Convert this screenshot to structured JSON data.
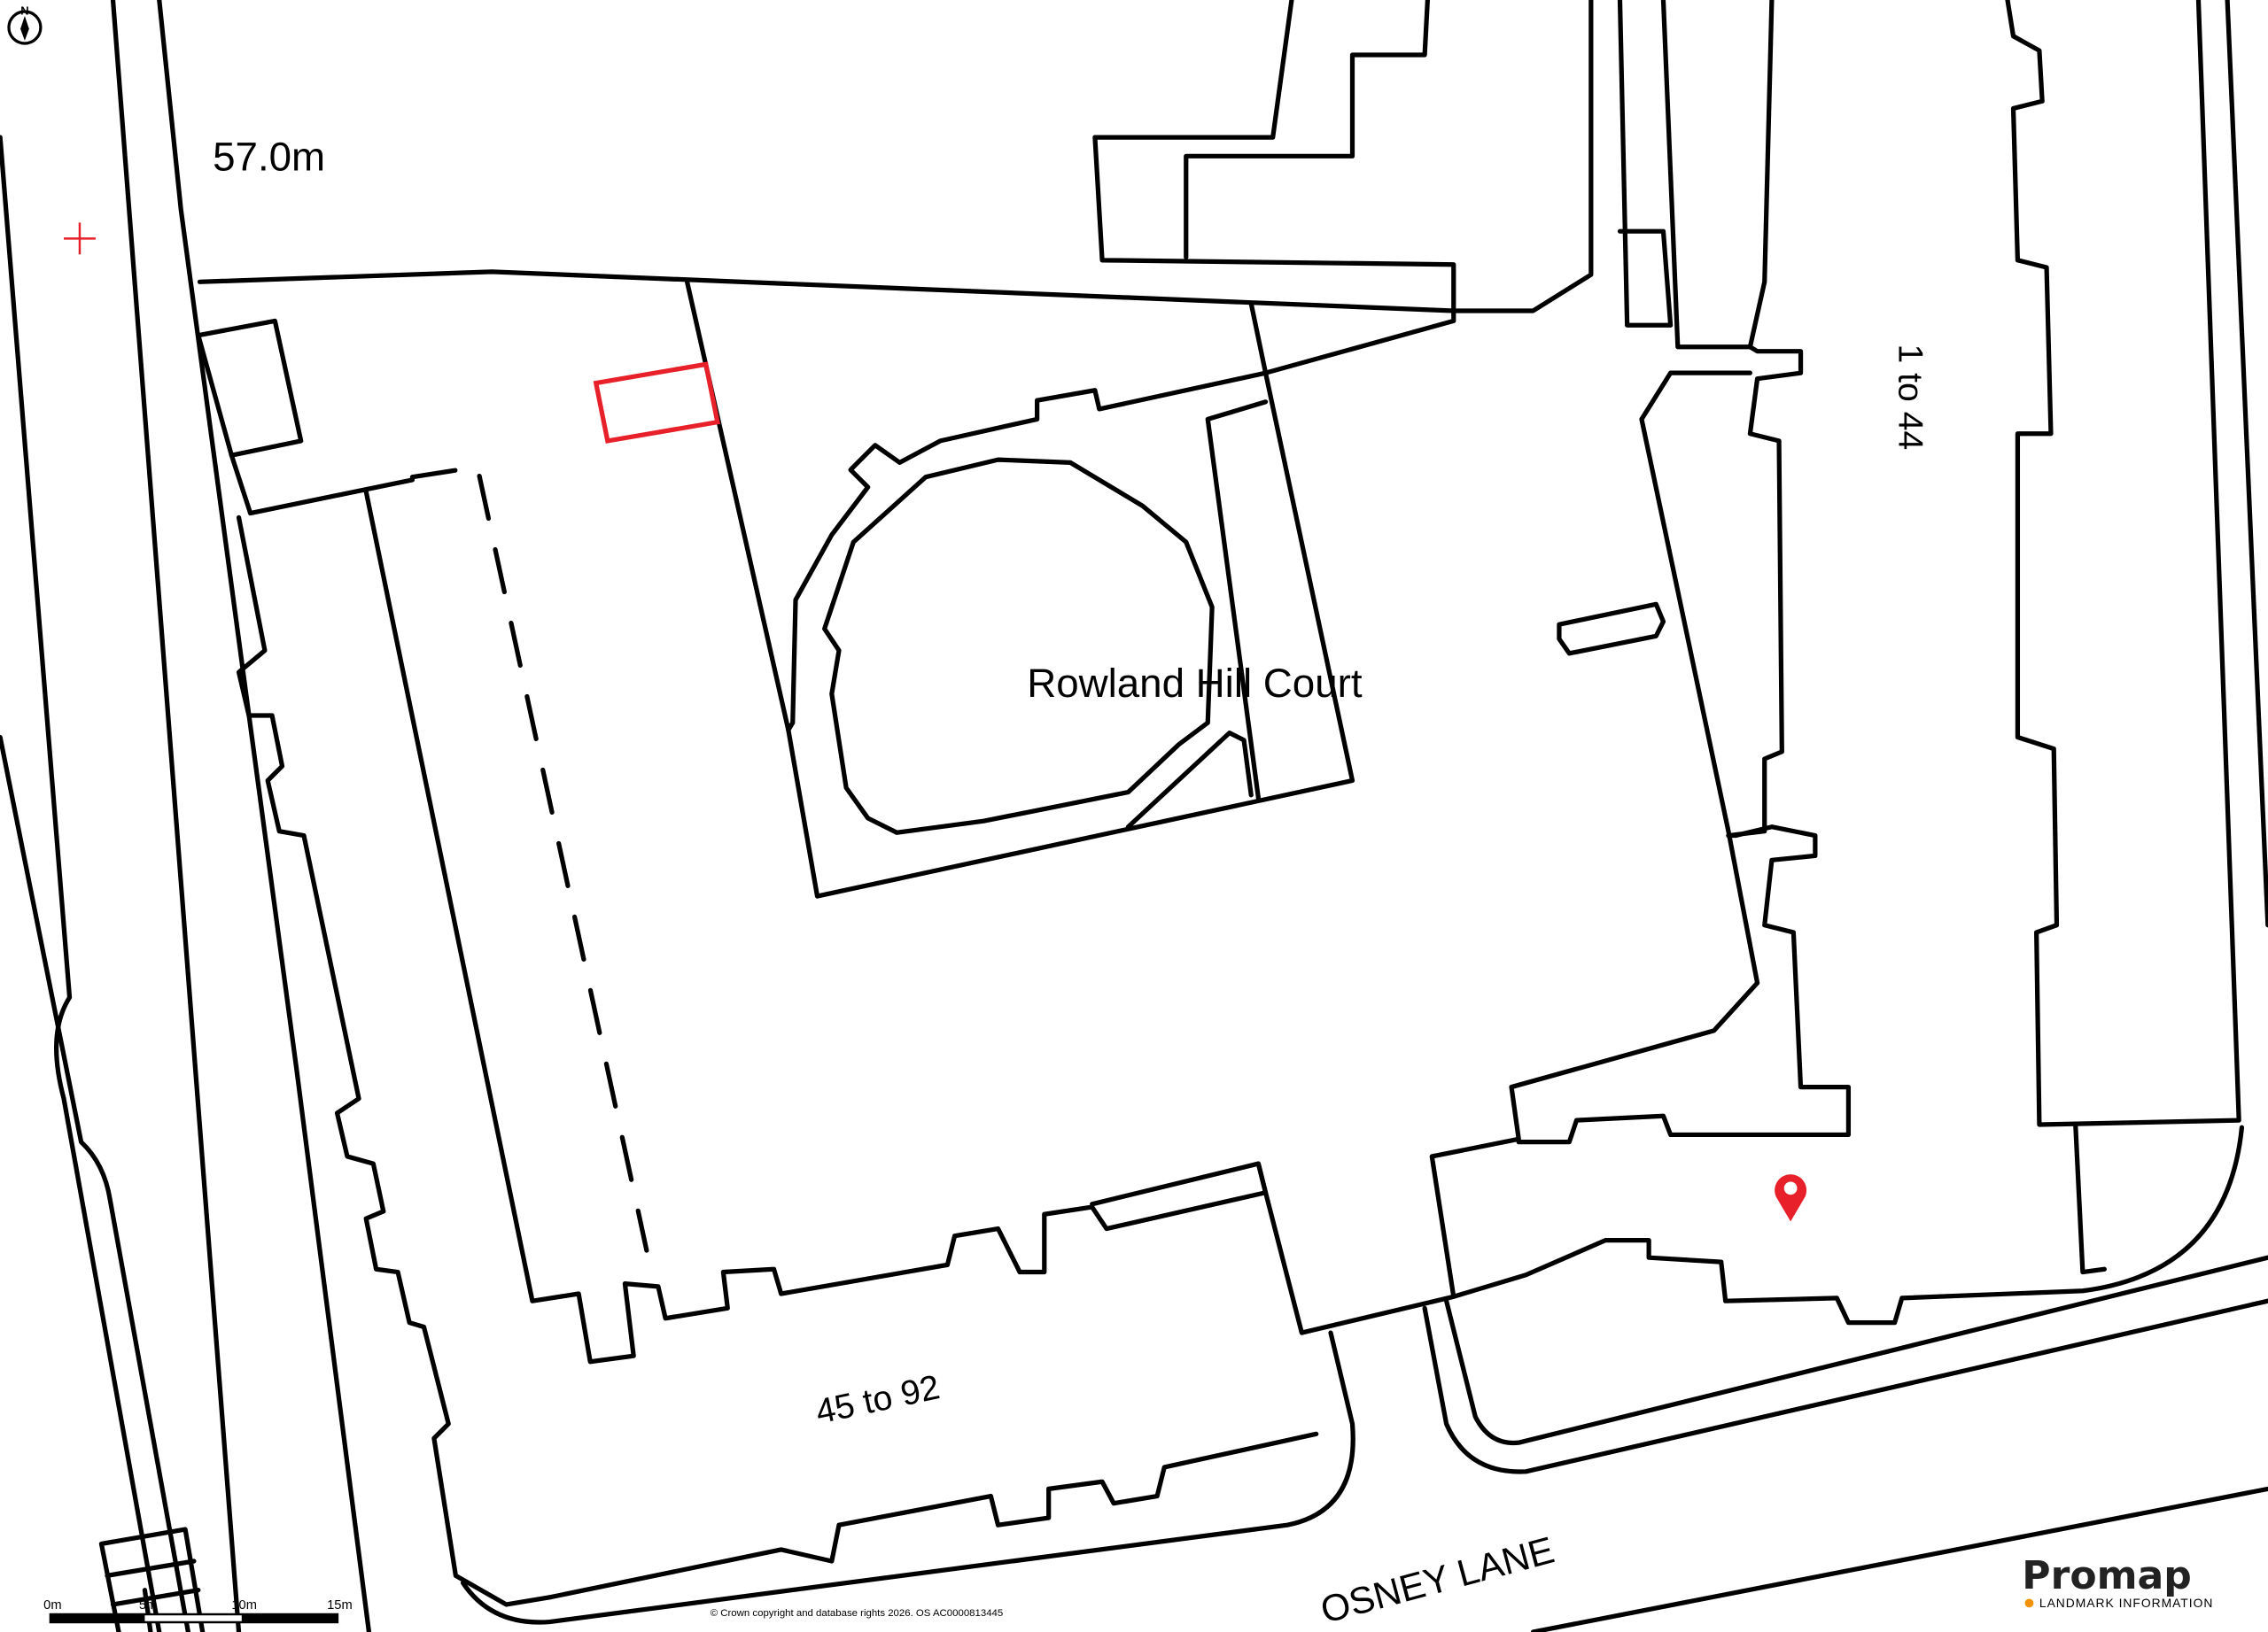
{
  "map": {
    "height_label": "57.0m",
    "labels": {
      "court": "Rowland Hill Court",
      "block_east": "1 to 44",
      "block_south": "45 to 92",
      "street": "OSNEY LANE"
    },
    "colors": {
      "highlight": "#e8202a",
      "pin": "#e8202a",
      "lines": "#000000",
      "logo_dot": "#f39200"
    },
    "icons": [
      "north-arrow-icon",
      "map-pin-icon",
      "survey-cross-icon"
    ]
  },
  "north_arrow": {
    "letter": "N"
  },
  "scale_bar": {
    "ticks": [
      "0m",
      "5m",
      "10m",
      "15m"
    ]
  },
  "copyright": "© Crown copyright and database rights 2026. OS AC0000813445",
  "logo": {
    "name": "Promap",
    "tagline": "LANDMARK INFORMATION"
  }
}
